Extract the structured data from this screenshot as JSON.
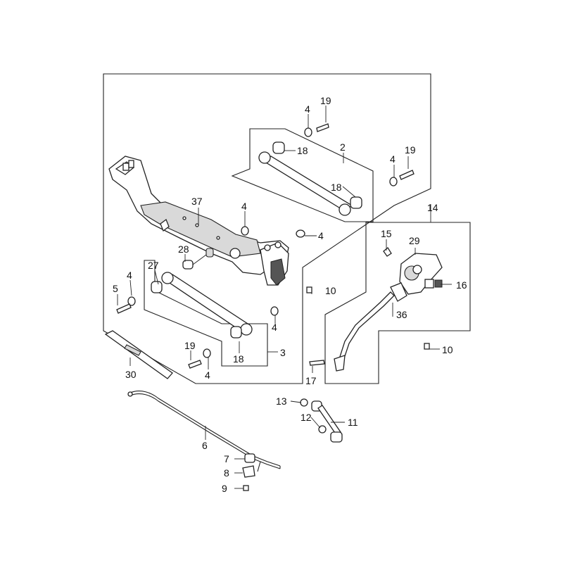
{
  "diagram": {
    "callouts": [
      "2",
      "3",
      "4",
      "5",
      "6",
      "7",
      "8",
      "9",
      "10",
      "11",
      "12",
      "13",
      "14",
      "15",
      "16",
      "17",
      "18",
      "19",
      "27",
      "28",
      "29",
      "30",
      "36",
      "37"
    ],
    "label_37": "37",
    "label_28": "28",
    "label_27": "27",
    "label_5": "5",
    "label_4_a": "4",
    "label_4_b": "4",
    "label_4_c": "4",
    "label_4_d": "4",
    "label_4_e": "4",
    "label_4_f": "4",
    "label_4_g": "4",
    "label_19_a": "19",
    "label_19_b": "19",
    "label_19_c": "19",
    "label_18_a": "18",
    "label_18_b": "18",
    "label_18_c": "18",
    "label_2": "2",
    "label_3": "3",
    "label_10_a": "10",
    "label_10_b": "10",
    "label_14": "14",
    "label_15": "15",
    "label_29": "29",
    "label_16": "16",
    "label_36": "36",
    "label_17": "17",
    "label_30": "30",
    "label_6": "6",
    "label_7": "7",
    "label_8": "8",
    "label_9": "9",
    "label_13": "13",
    "label_12": "12",
    "label_11": "11"
  }
}
